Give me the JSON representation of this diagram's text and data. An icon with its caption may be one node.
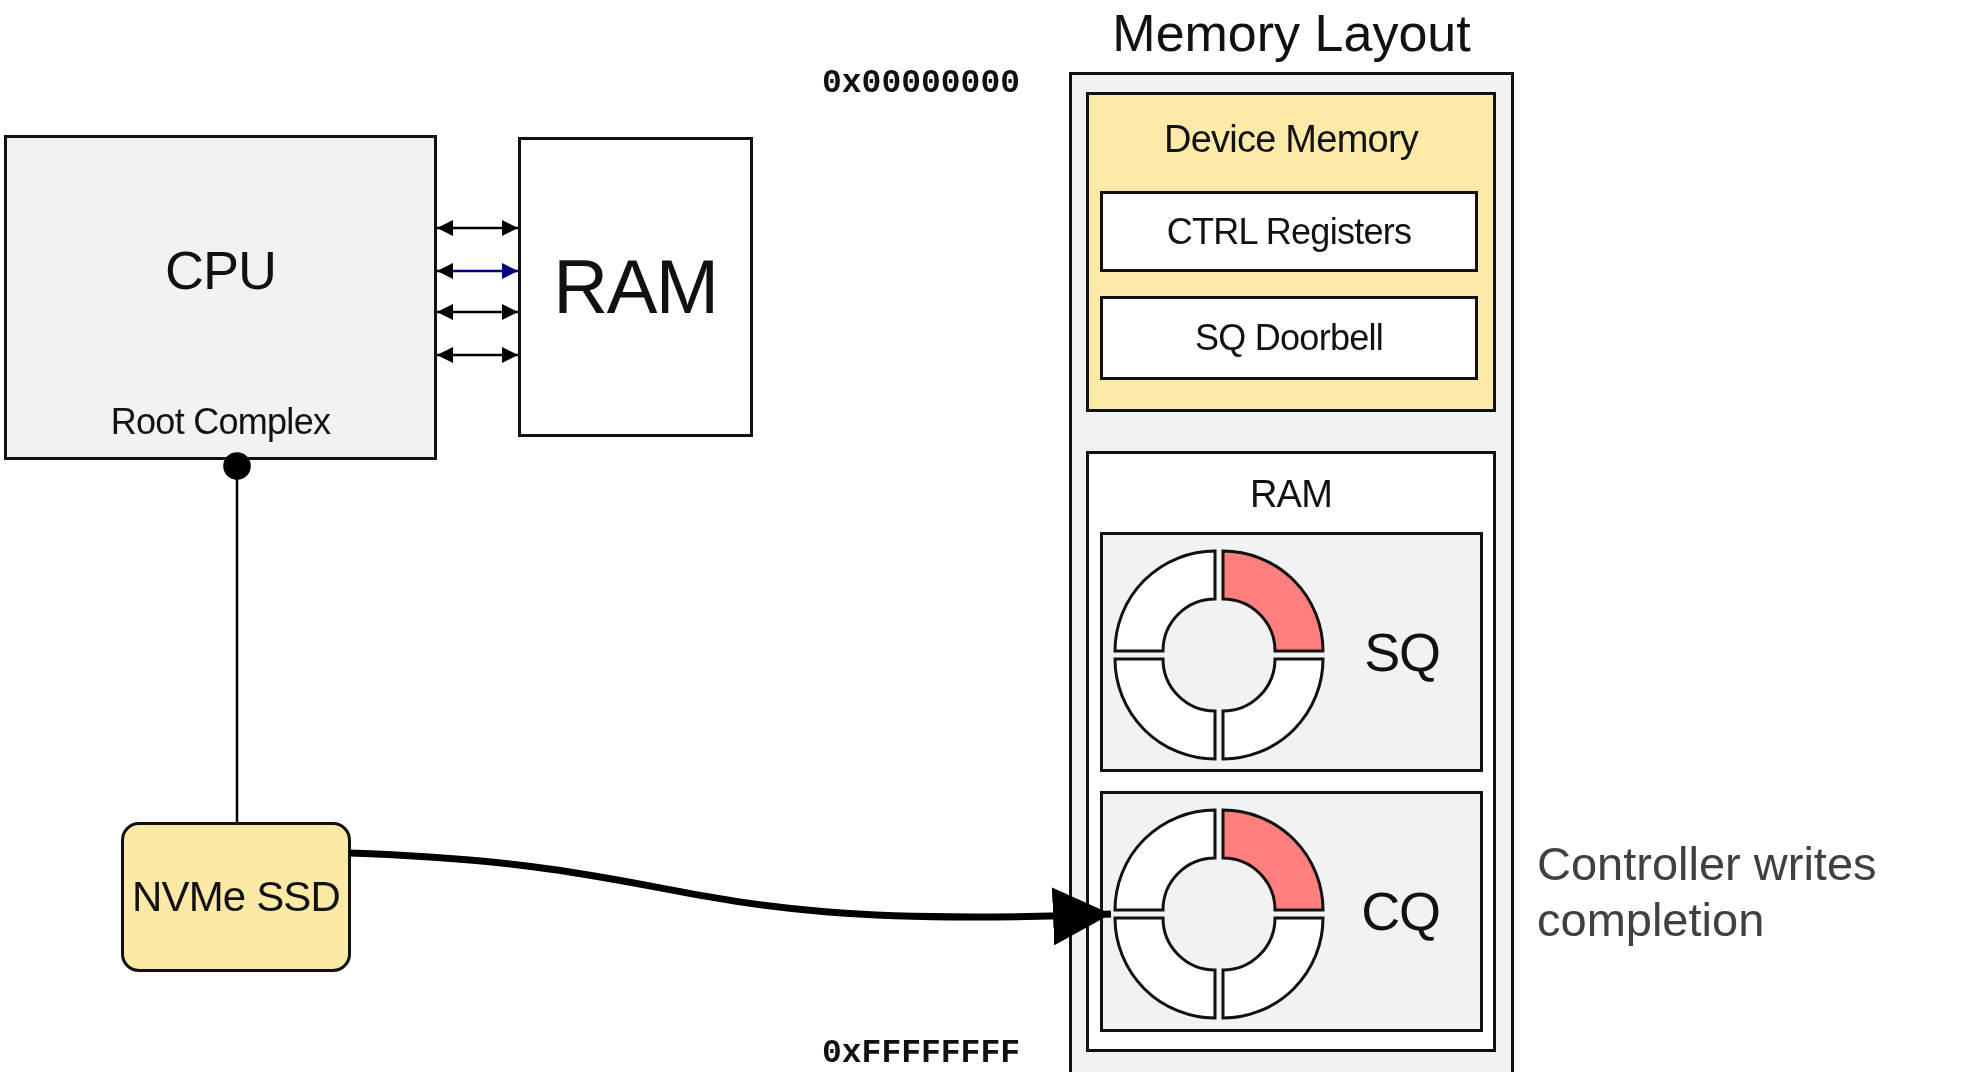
{
  "diagram": {
    "nodes": [
      {
        "text": [
          "CPU",
          "Root Complex"
        ]
      },
      {
        "text": [
          "RAM"
        ]
      },
      {
        "text": [
          "NVMe SSD"
        ]
      },
      {
        "text": [
          "Memory Layout"
        ]
      },
      {
        "text": [
          "Device Memory"
        ],
        "in": 3
      },
      {
        "text": [
          "CTRL Registers"
        ],
        "in": 4
      },
      {
        "text": [
          "SQ Doorbell"
        ],
        "in": 4
      },
      {
        "text": [
          "RAM"
        ],
        "in": 3
      },
      {
        "text": [
          "SQ"
        ],
        "in": 7
      },
      {
        "text": [],
        "shape": "picture",
        "in": 8
      },
      {
        "text": [
          "CQ"
        ],
        "in": 7
      },
      {
        "text": [],
        "shape": "picture",
        "in": 10
      }
    ],
    "edges": [
      {
        "from": 0,
        "to": 1,
        "arrow": "both"
      },
      {
        "from": 0,
        "to": 1,
        "arrow": "both",
        "color": "#000080"
      },
      {
        "from": 0,
        "to": 1,
        "arrow": "both"
      },
      {
        "from": 0,
        "to": 1,
        "arrow": "both"
      },
      {
        "from": 0,
        "to": 2,
        "arrow": "other"
      },
      {
        "from": 2,
        "to": 11,
        "arrow": "to",
        "style": "thick"
      }
    ],
    "labels": [
      "0x00000000",
      "0xFFFFFFFF",
      "Controller writes completion"
    ]
  }
}
